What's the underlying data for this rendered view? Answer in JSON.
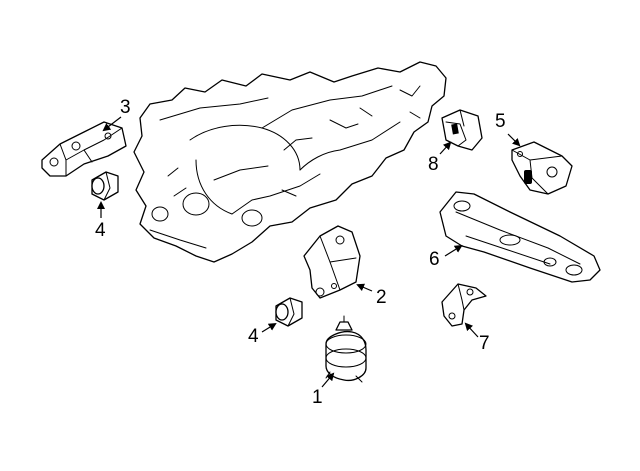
{
  "diagram": {
    "callouts": {
      "mount_front": "1",
      "bracket_left": "2",
      "mount_bracket_rear_left": "3",
      "bushing_upper": "4",
      "bushing_lower": "4",
      "mount_rear_right": "5",
      "crossmember": "6",
      "bracket_small": "7",
      "stopper_bracket": "8"
    }
  }
}
